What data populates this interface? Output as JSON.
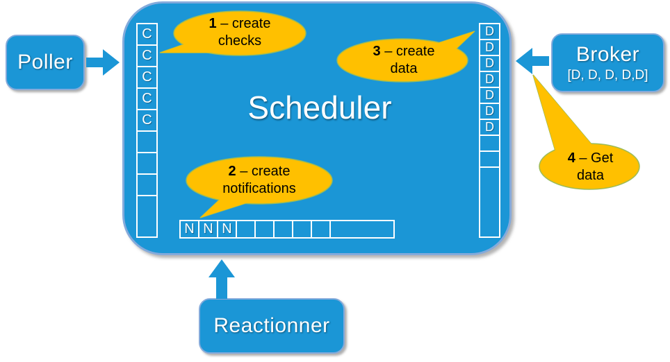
{
  "diagram": {
    "title": "Scheduler",
    "components": {
      "poller": {
        "label": "Poller"
      },
      "broker": {
        "label": "Broker",
        "sublabel": "[D, D, D, D,D]"
      },
      "reactionner": {
        "label": "Reactionner"
      }
    },
    "queues": {
      "checks": {
        "cells": [
          "C",
          "C",
          "C",
          "C",
          "C",
          "",
          "",
          "",
          ""
        ]
      },
      "data": {
        "cells": [
          "D",
          "D",
          "D",
          "D",
          "D",
          "D",
          "D",
          "",
          "",
          ""
        ]
      },
      "notifications": {
        "cells": [
          "N",
          "N",
          "N",
          "",
          "",
          "",
          "",
          "",
          ""
        ]
      }
    },
    "callouts": [
      {
        "number": "1",
        "line1_rest": " – create",
        "line2": "checks"
      },
      {
        "number": "2",
        "line1_rest": " – create",
        "line2": "notifications"
      },
      {
        "number": "3",
        "line1_rest": " – create",
        "line2": "data"
      },
      {
        "number": "4",
        "line1_rest": " – Get",
        "line2": "data"
      }
    ],
    "colors": {
      "component_blue": "#1B96D6",
      "component_border": "#84AADB",
      "callout_gold": "#FFC000",
      "callout_border": "#9BBB59",
      "queue_border": "#FFFFFF",
      "label_text": "#FFFFFF",
      "callout_text": "#000000"
    }
  }
}
